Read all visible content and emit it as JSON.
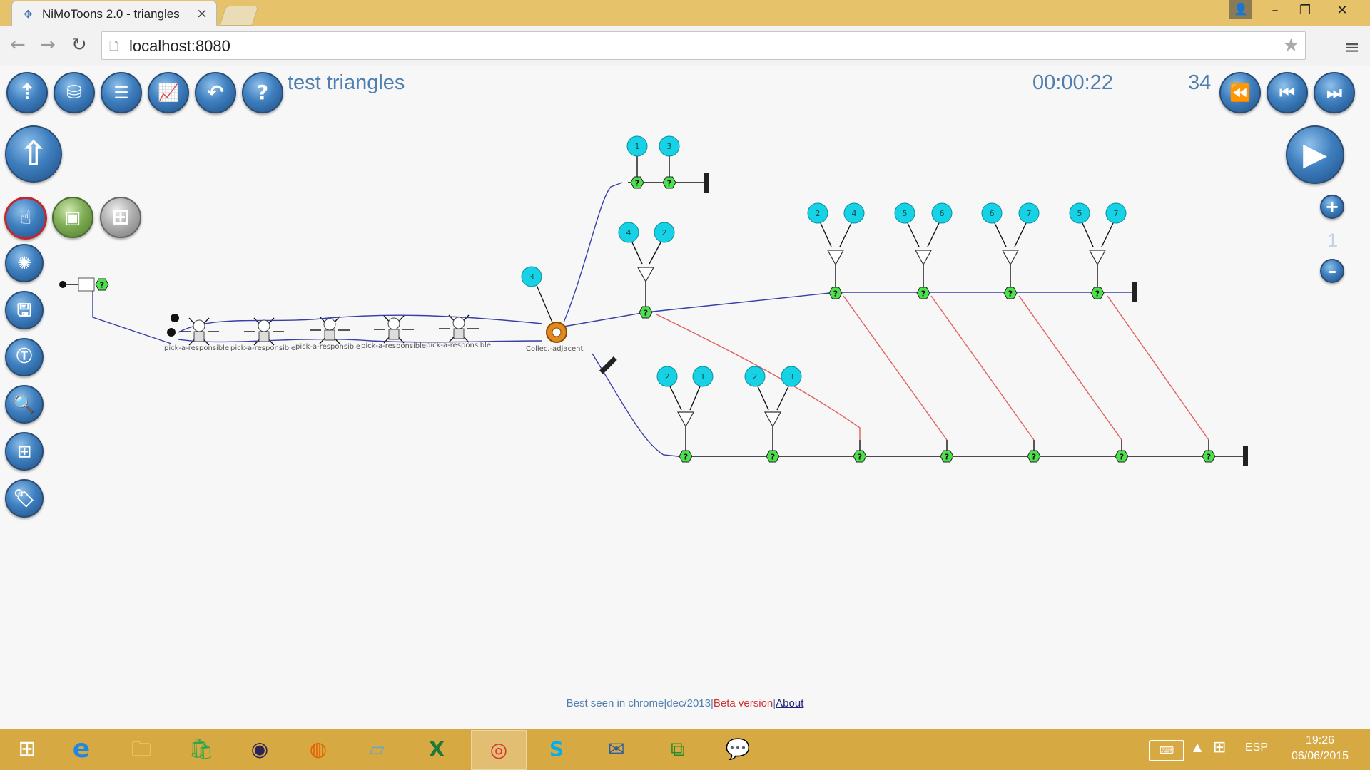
{
  "browser": {
    "tab_title": "NiMoToons 2.0 - triangles",
    "tab_close": "×",
    "url": "localhost:8080",
    "window_controls": {
      "minimize": "–",
      "maximize": "❐",
      "close": "✕"
    }
  },
  "app": {
    "title": "test triangles",
    "timer": "00:00:22",
    "frame": "34",
    "zoom_level": "1",
    "toolbar_icons": [
      "upload-icon",
      "database-icon",
      "list-icon",
      "chart-icon",
      "undo-icon",
      "help-icon"
    ],
    "playback_icons": [
      "rewind-icon",
      "step-back-icon",
      "step-forward-icon"
    ],
    "side_tools": [
      "hand-pointer-icon",
      "element-icon",
      "add-icon"
    ],
    "side_tools_2": [
      "bubble-icon",
      "save-icon",
      "text-icon",
      "zoom-icon",
      "fit-icon",
      "tag-icon"
    ],
    "colors": {
      "accent": "#4f7fb0",
      "button_blue": "#3f7fbf",
      "link_red_edge": "#e06060",
      "edge_blue": "#3a3fa8",
      "node_cyan": "#17d2e4",
      "node_green": "#4de04d"
    }
  },
  "diagram": {
    "agent_labels": [
      "pick-a-responsible",
      "pick-a-responsible",
      "pick-a-responsible",
      "pick-a-responsible",
      "pick-a-responsible"
    ],
    "collector_label": "Collec.-adjacent",
    "question_mark": "?",
    "node_values": [
      "3",
      "1",
      "3",
      "4",
      "2",
      "2",
      "4",
      "5",
      "6",
      "6",
      "7",
      "5",
      "7",
      "2",
      "1",
      "2",
      "3"
    ]
  },
  "footer": {
    "part1": "Best seen in chrome|dec/2013|",
    "part2": "Beta version",
    "sep": "|",
    "about": "About"
  },
  "taskbar": {
    "apps": [
      "start-button",
      "internet-explorer",
      "file-explorer",
      "store",
      "eclipse",
      "firefox",
      "notepad",
      "excel",
      "chrome",
      "skype",
      "thunderbird",
      "network-app",
      "messenger"
    ],
    "language": "ESP",
    "time": "19:26",
    "date": "06/06/2015"
  }
}
